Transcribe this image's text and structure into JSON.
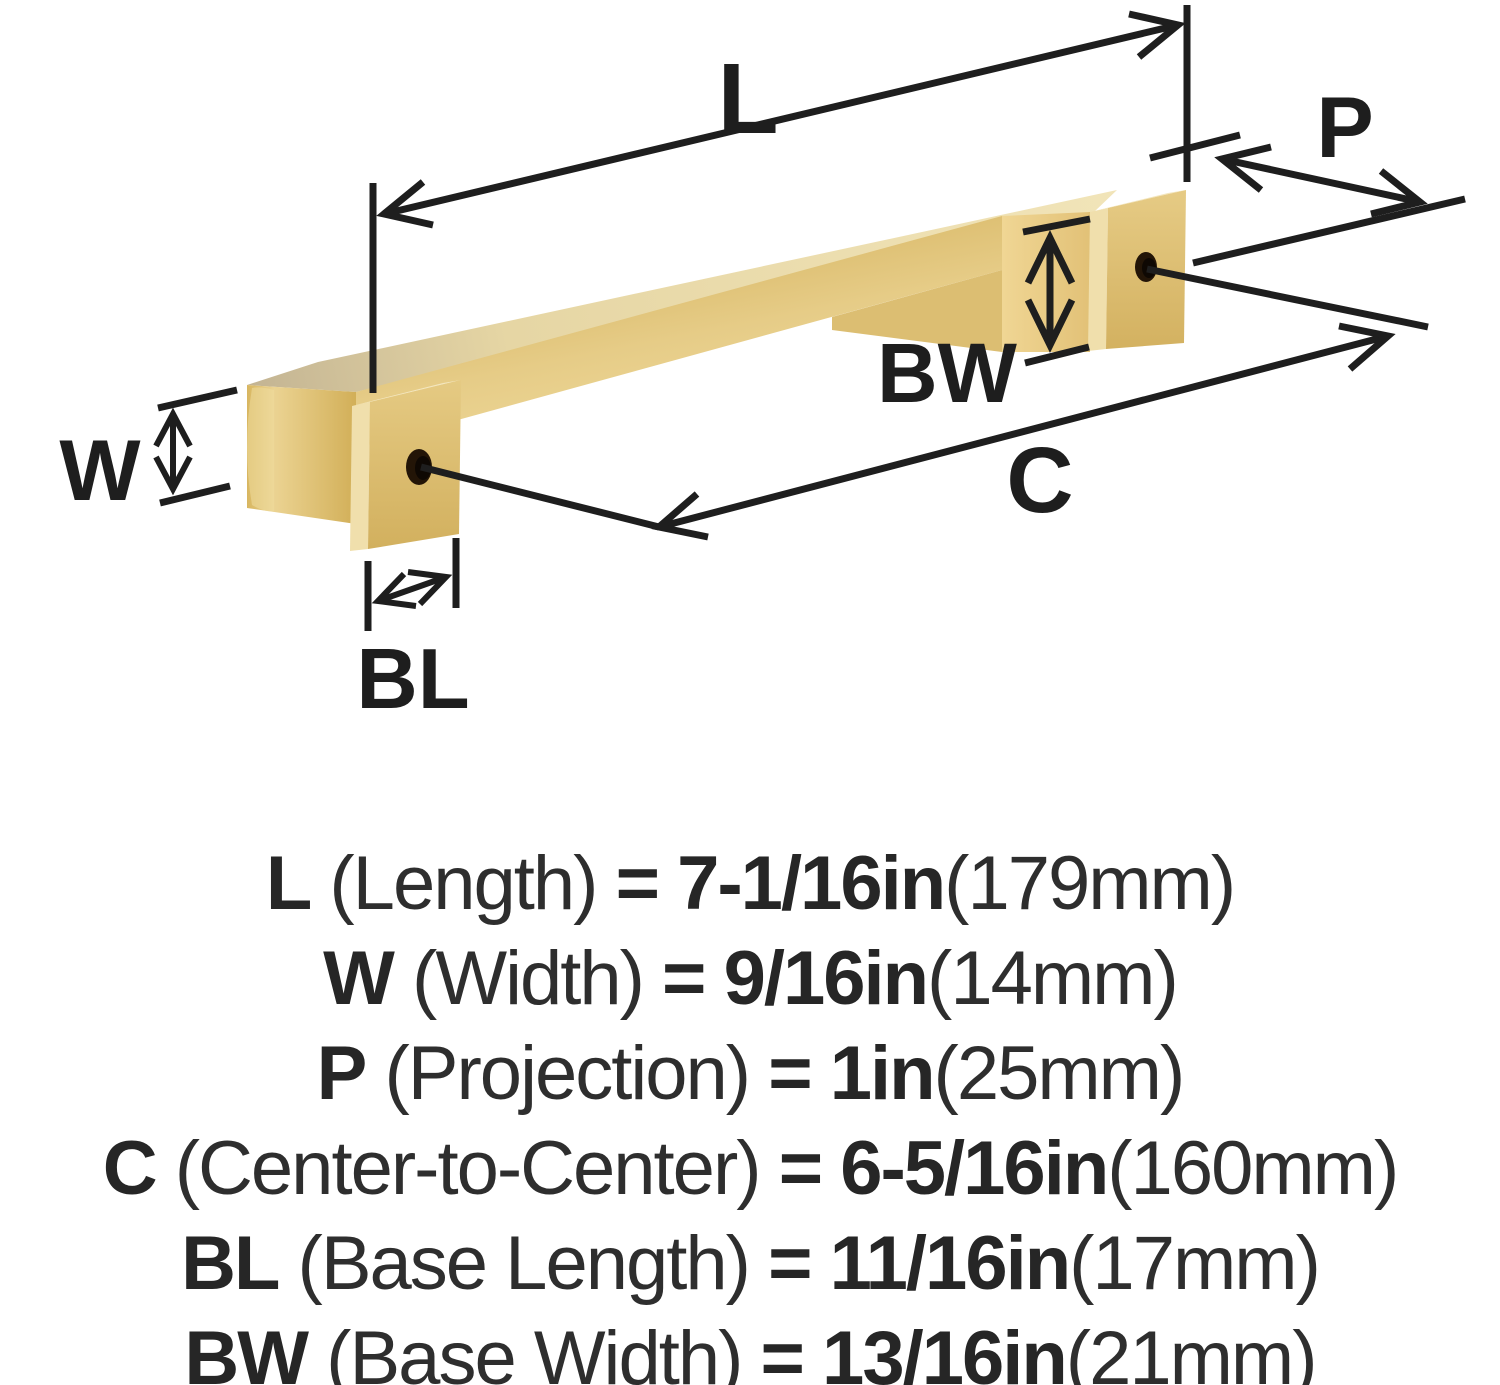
{
  "diagram": {
    "labels": {
      "length": "L",
      "width": "W",
      "projection": "P",
      "center_to_center": "C",
      "base_length": "BL",
      "base_width": "BW"
    },
    "colors": {
      "line": "#1E1E1E",
      "gold_top": "#EDDFAF",
      "gold_top_shadow": "#C3B493",
      "gold_front": "#DDBE71",
      "gold_front_light": "#EFDA9B",
      "gold_inner": "#EBCD85",
      "gold_inner_web": "#DCBE72",
      "gold_plate": "#E3C77F",
      "gold_plate_dark": "#D4B262",
      "gold_edge_highlight": "#F0DFAC",
      "hole": "#231507",
      "background": "#FFFFFF"
    }
  },
  "specs": [
    {
      "symbol": "L",
      "name": "(Length)",
      "equals": "=",
      "imperial": "7-1/16in",
      "metric": "(179mm)"
    },
    {
      "symbol": "W",
      "name": "(Width)",
      "equals": "=",
      "imperial": "9/16in",
      "metric": "(14mm)"
    },
    {
      "symbol": "P",
      "name": "(Projection)",
      "equals": "=",
      "imperial": "1in",
      "metric": "(25mm)"
    },
    {
      "symbol": "C",
      "name": "(Center-to-Center)",
      "equals": "=",
      "imperial": "6-5/16in",
      "metric": "(160mm)"
    },
    {
      "symbol": "BL",
      "name": "(Base Length)",
      "equals": "=",
      "imperial": "11/16in",
      "metric": "(17mm)"
    },
    {
      "symbol": "BW",
      "name": "(Base Width)",
      "equals": "=",
      "imperial": "13/16in",
      "metric": "(21mm)"
    }
  ]
}
